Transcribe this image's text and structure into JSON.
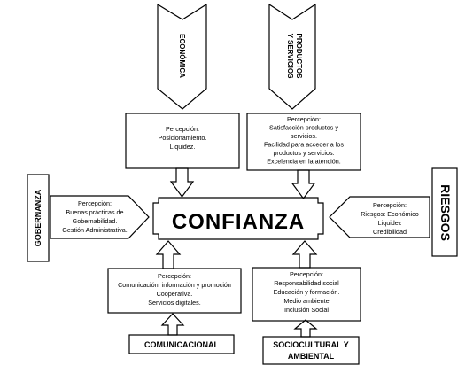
{
  "center": {
    "label": "CONFIANZA"
  },
  "top_arrows": [
    {
      "label": "ECONÓMICA"
    },
    {
      "lines": [
        "PRODUCTOS",
        "Y SERVICIOS"
      ]
    }
  ],
  "boxes": {
    "top_left": [
      "Percepción:",
      "Posicionamiento.",
      "Liquidez."
    ],
    "top_right": [
      "Percepción:",
      "Satisfacción productos y",
      "servicios.",
      "Facilidad para acceder a los",
      "productos y servicios.",
      "Excelencia en la atención."
    ],
    "left": [
      "Percepción:",
      "Buenas prácticas de",
      "Gobernabilidad.",
      "Gestión Administrativa."
    ],
    "right": [
      "Percepción:",
      "Riesgos: Económico",
      "Liquidez",
      "Credibilidad"
    ],
    "bottom_left": [
      "Percepción:",
      "Comunicación, información y promoción",
      "Cooperativa.",
      "Servicios digitales."
    ],
    "bottom_right": [
      "Percepción:",
      "Responsabilidad  social",
      "Educación  y formación.",
      "Medio ambiente",
      "Inclusión Social"
    ]
  },
  "side_labels": {
    "left": "GOBERNANZA",
    "right": "RIESGOS"
  },
  "bottom_labels": {
    "left": "COMUNICACIONAL",
    "right": [
      "SOCIOCULTURAL Y",
      "AMBIENTAL"
    ]
  }
}
